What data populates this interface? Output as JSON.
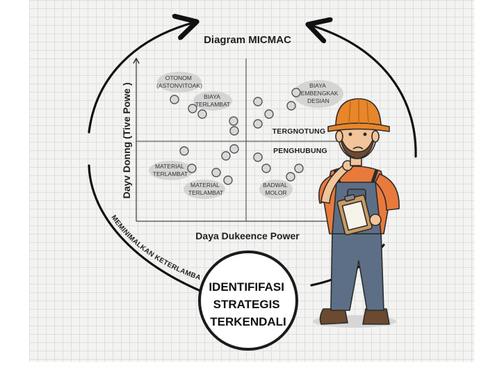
{
  "diagram": {
    "title": "Diagram MICMAC",
    "x_axis_label": "Daya Dukeence Power",
    "y_axis_label": "Dayv Donng (Tive Powe )",
    "quadrant_labels": {
      "top_right": "TERGNOTUNG",
      "bottom_right": "PENGHUBUNG"
    },
    "cluster_labels": {
      "otonom": [
        "OTONOM",
        "(ASTONVITOAK)"
      ],
      "biaya_terlambat": [
        "BIAYA",
        "TERLAMBAT"
      ],
      "biaya_pembengkak": [
        "BIAYA",
        "PEMBENGKAK",
        "DESIAN"
      ],
      "material_terlambat_left": [
        "MATERIAL",
        "TERLAMBAT"
      ],
      "material_terlambat_bottom": [
        "MATERIAL",
        "TERLAMBAT"
      ],
      "badwal_molor": [
        "BADWAL",
        "MOLOR"
      ]
    },
    "cycle_label": "MEMINIMALKAN KETERLAMBATAN",
    "center_label": [
      "IDENTIFIFASI",
      "STRATEGIS",
      "TERKENDALI"
    ]
  },
  "colors": {
    "helmet": "#e8862a",
    "shirt": "#e87a3c",
    "overalls": "#5c6f86",
    "skin": "#f2c49a",
    "clipboard": "#c89b62"
  },
  "icons": [
    "worker-illustration",
    "clipboard-icon",
    "hard-hat-icon"
  ]
}
